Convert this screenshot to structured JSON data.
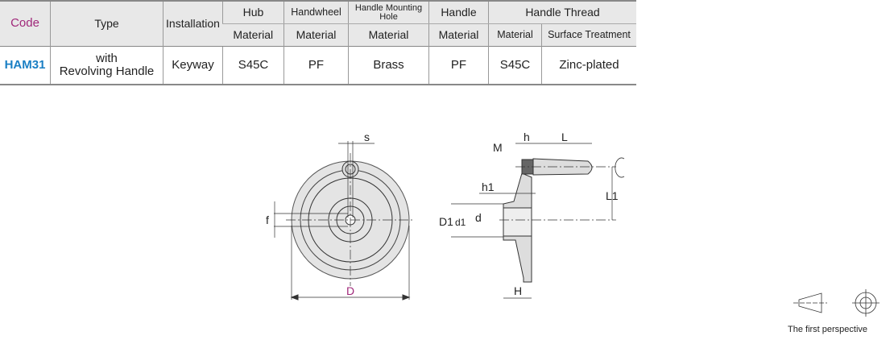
{
  "table": {
    "headers": {
      "code": "Code",
      "type": "Type",
      "installation": "Installation",
      "hub": "Hub",
      "handwheel": "Handwheel",
      "mounting_hole": "Handle Mounting Hole",
      "handle": "Handle",
      "handle_thread": "Handle Thread",
      "material": "Material",
      "surface": "Surface Treatment"
    },
    "row": {
      "code": "HAM31",
      "type_line1": "with",
      "type_line2": "Revolving Handle",
      "installation": "Keyway",
      "hub": "S45C",
      "handwheel": "PF",
      "mounting_hole": "Brass",
      "handle": "PF",
      "thread_material": "S45C",
      "surface": "Zinc-plated"
    }
  },
  "drawing": {
    "s": "s",
    "f": "f",
    "D": "D",
    "M": "M",
    "h": "h",
    "L": "L",
    "h1": "h1",
    "L1": "L1",
    "D1": "D1",
    "d1": "d1",
    "d": "d",
    "H": "H"
  },
  "perspective": "The first perspective"
}
